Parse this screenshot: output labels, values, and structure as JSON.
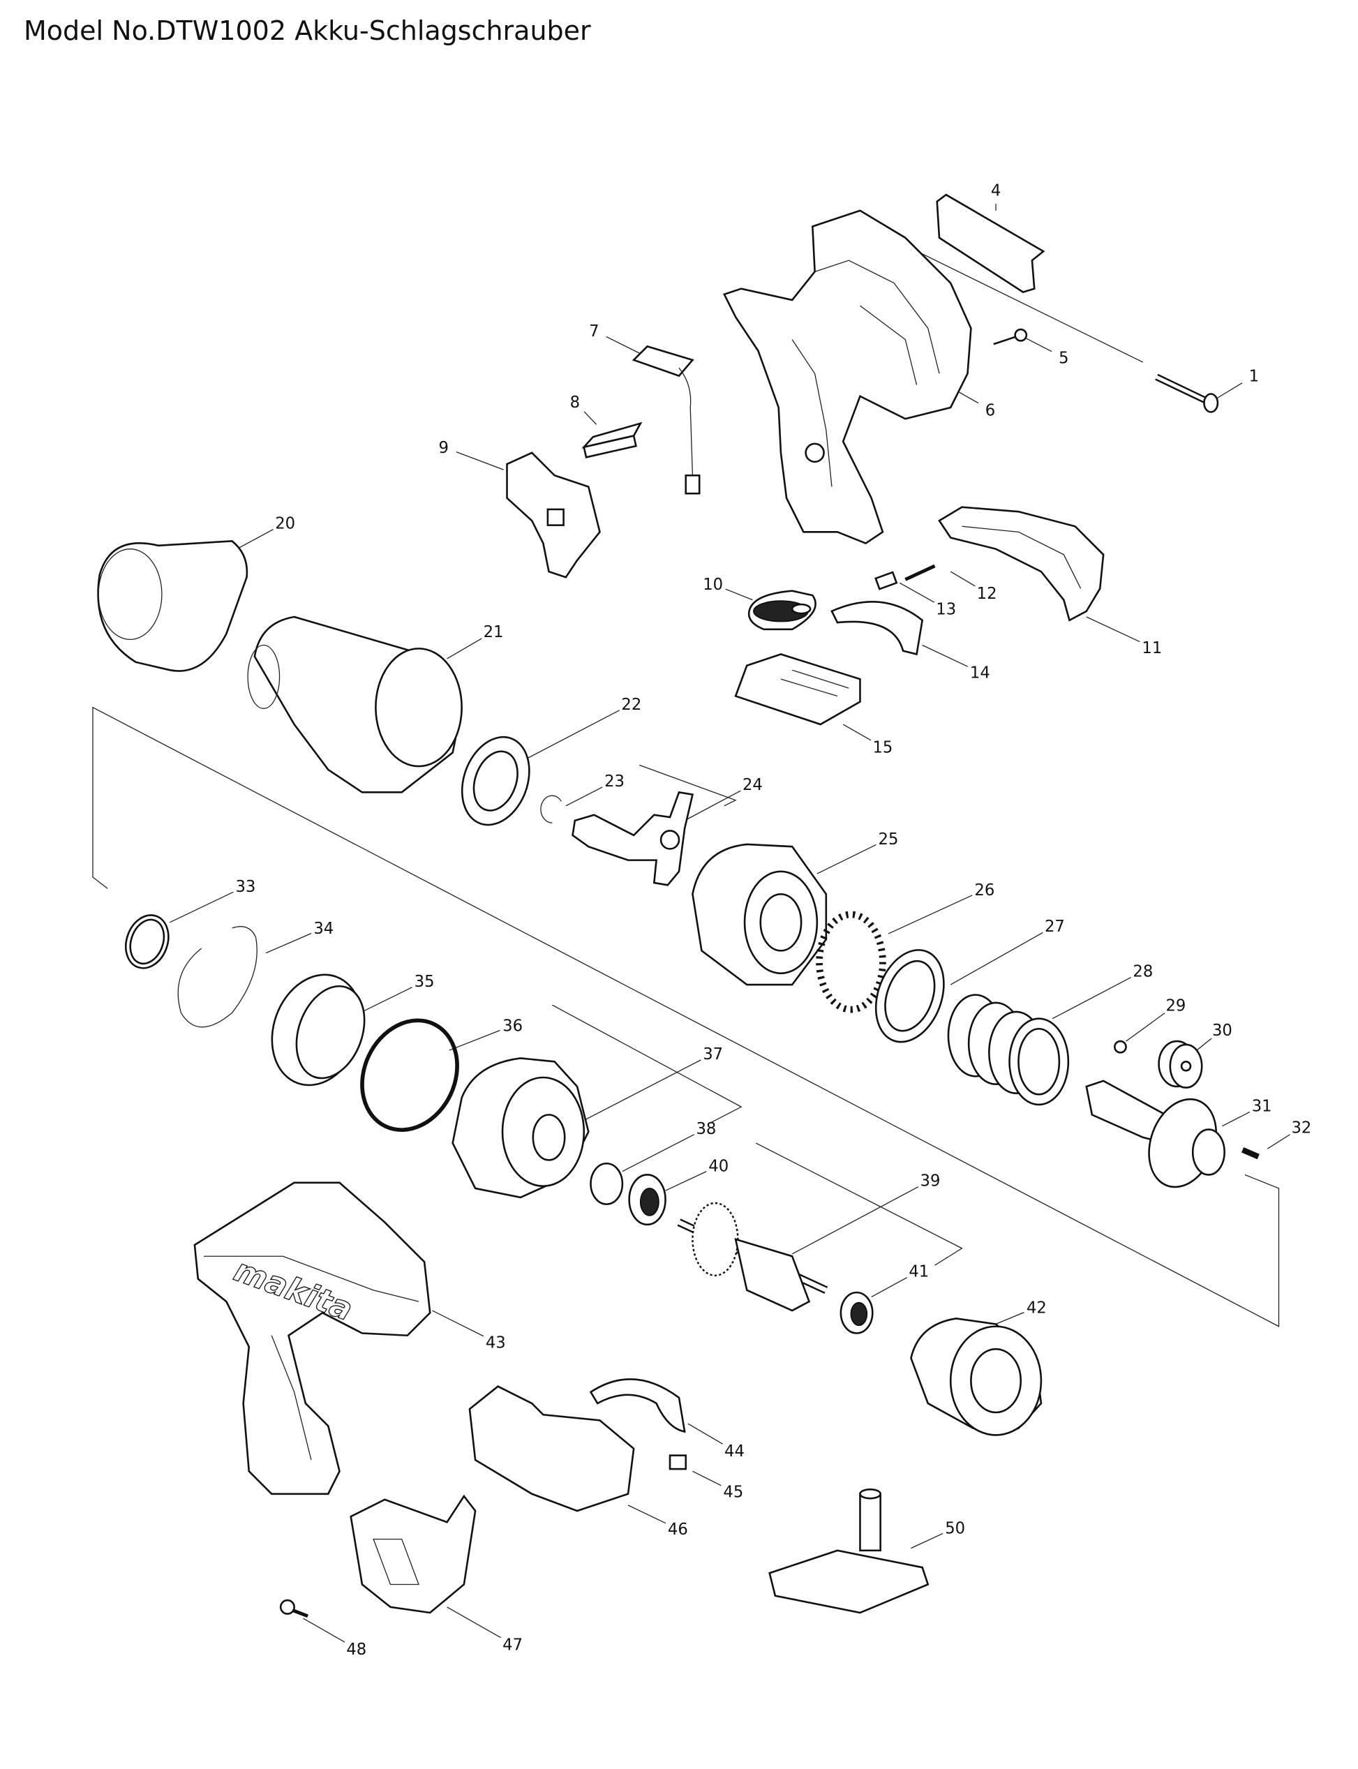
{
  "title": "Model No.DTW1002 Akku-Schlagschrauber",
  "logo_text": "makita",
  "parts": {
    "p1": "1",
    "p4": "4",
    "p5": "5",
    "p6": "6",
    "p7": "7",
    "p8": "8",
    "p9": "9",
    "p10": "10",
    "p11": "11",
    "p12": "12",
    "p13": "13",
    "p14": "14",
    "p15": "15",
    "p20": "20",
    "p21": "21",
    "p22": "22",
    "p23": "23",
    "p24": "24",
    "p25": "25",
    "p26": "26",
    "p27": "27",
    "p28": "28",
    "p29": "29",
    "p30": "30",
    "p31": "31",
    "p32": "32",
    "p33": "33",
    "p34": "34",
    "p35": "35",
    "p36": "36",
    "p37": "37",
    "p38": "38",
    "p39": "39",
    "p40": "40",
    "p41": "41",
    "p42": "42",
    "p43": "43",
    "p44": "44",
    "p45": "45",
    "p46": "46",
    "p47": "47",
    "p48": "48",
    "p50": "50"
  }
}
